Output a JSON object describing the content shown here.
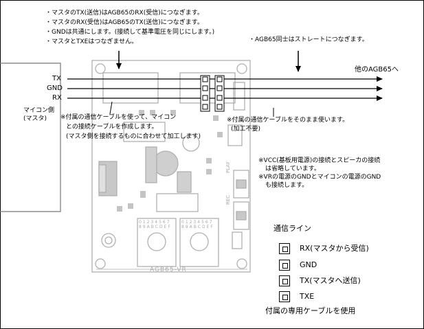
{
  "notes_top_left": [
    "・マスタのTX(送信)はAGB65のRX(受信)につなぎます。",
    "・マスタのRX(受信)はAGB65のTX(送信)につなぎます。",
    "・GNDは共通にします。(接続して基準電圧を同じにします。)",
    "・マスタとTXEはつなぎません。"
  ],
  "note_straight": "・AGB65同士はストレートにつなぎます。",
  "to_other": "他のAGB65へ",
  "signals": [
    "TX",
    "GND",
    "RX"
  ],
  "master_label": [
    "マイコン側",
    "(マスタ)"
  ],
  "cable_note": [
    "※付属の通信ケーブルを使って、マイコン",
    "との接続ケーブルを作成します。",
    "(マスタ側を接続するものに合わせて加工します)"
  ],
  "cable_as_is": [
    "※付属の通信ケーブルをそのまま使います。",
    "(加工不要)"
  ],
  "vcc_note": [
    "※VCC(基板用電源)の接続とスピーカの接続",
    "は省略しています。",
    "※VRの電源のGNDとマイコンの電源のGND",
    "も接続します。"
  ],
  "board_label": "AGB65-VR",
  "board_marks": {
    "play": "PLAY",
    "rec": "REC",
    "dial1": "0123456789ABCDEF",
    "dial2": "0123456789ABCDEF"
  },
  "legend": {
    "title": "通信ライン",
    "items": [
      "RX(マスタから受信)",
      "GND",
      "TX(マスタへ送信)",
      "TXE"
    ],
    "footer": "付属の専用ケーブルを使用"
  }
}
